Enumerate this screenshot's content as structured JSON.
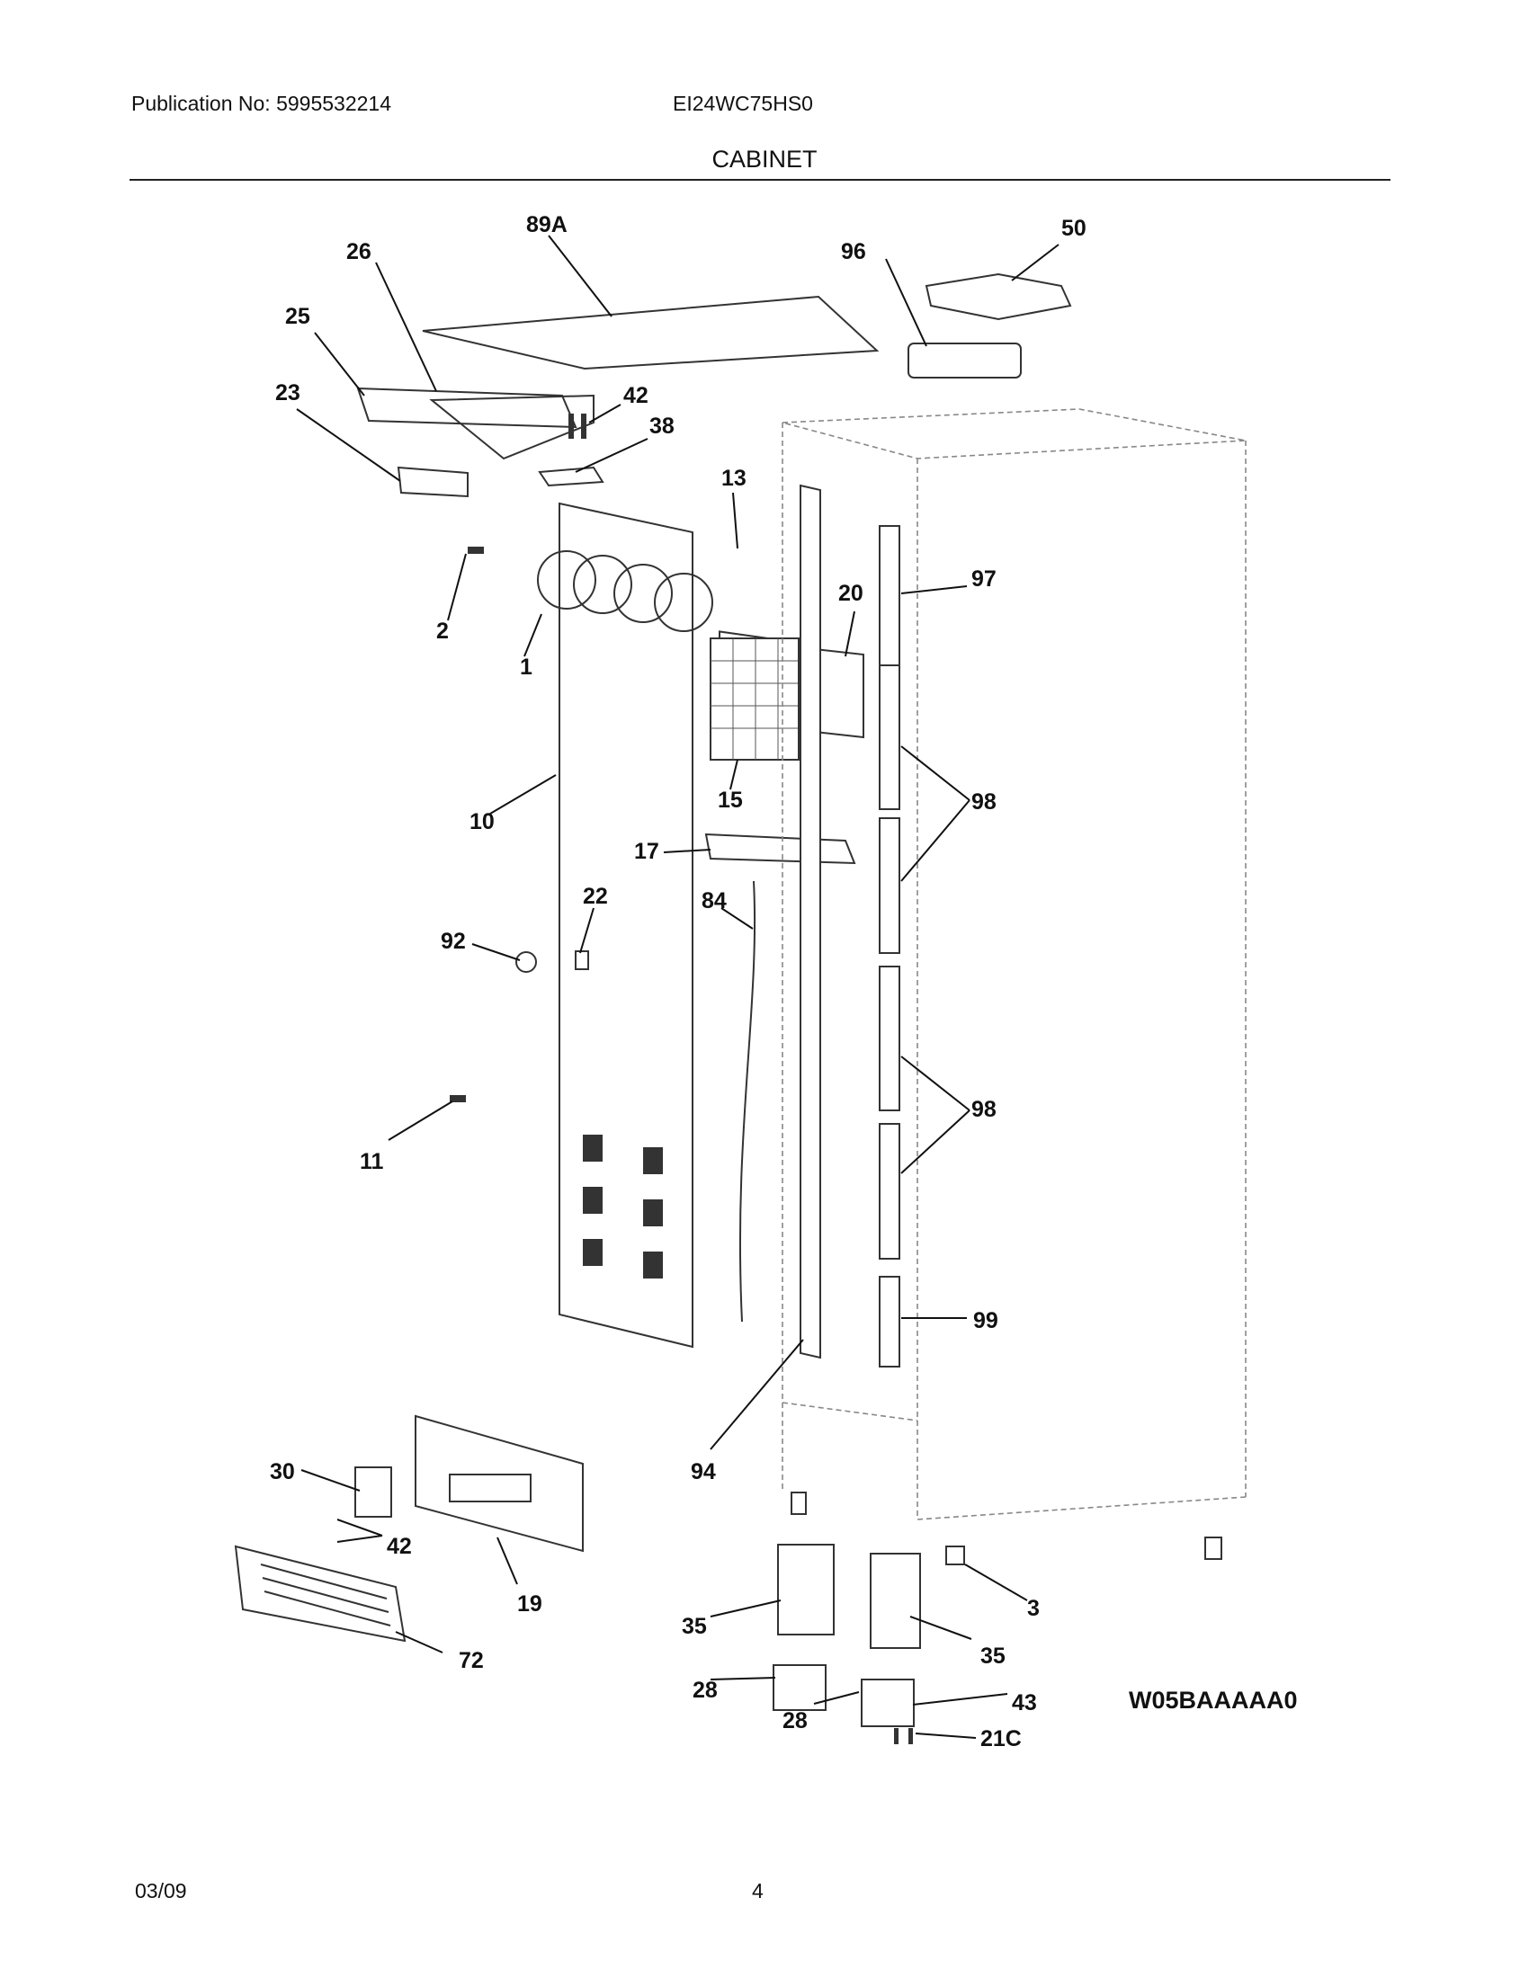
{
  "header": {
    "publication": "Publication No: 5995532214",
    "model": "EI24WC75HS0",
    "title": "CABINET"
  },
  "footer": {
    "date": "03/09",
    "page": "4"
  },
  "diagram": {
    "code": "W05BAAAAA0",
    "callouts": [
      "89A",
      "26",
      "96",
      "50",
      "25",
      "42",
      "38",
      "23",
      "13",
      "2",
      "97",
      "20",
      "1",
      "15",
      "98",
      "10",
      "17",
      "22",
      "84",
      "92",
      "98",
      "11",
      "99",
      "94",
      "30",
      "42",
      "19",
      "72",
      "35",
      "3",
      "35",
      "28",
      "43",
      "28",
      "21C"
    ]
  }
}
